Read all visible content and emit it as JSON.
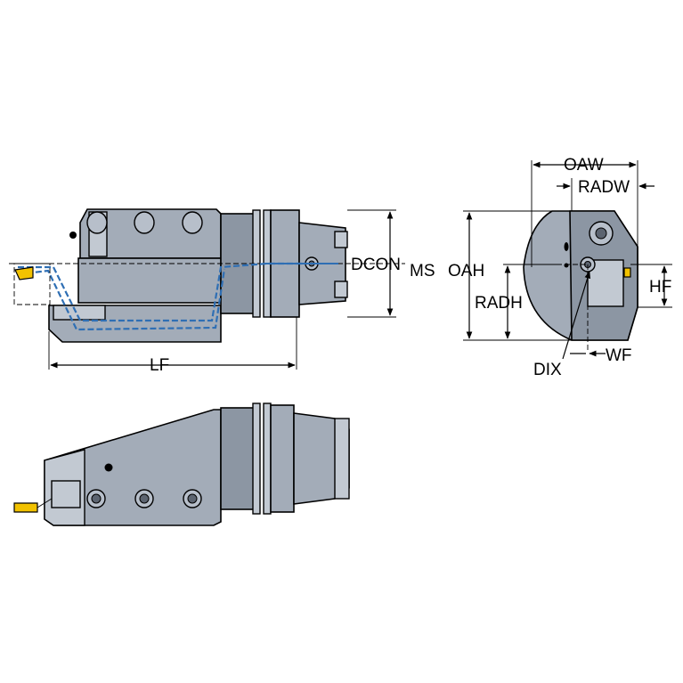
{
  "labels": {
    "dcon": "DCON",
    "ms": "MS",
    "lf": "LF",
    "oaw": "OAW",
    "radw": "RADW",
    "oah": "OAH",
    "radh": "RADH",
    "hf": "HF",
    "dix": "DIX",
    "wf": "WF"
  },
  "colors": {
    "body": "#a3acb8",
    "coolant_channel": "#2f6fb4",
    "insert": "#f2c200"
  }
}
